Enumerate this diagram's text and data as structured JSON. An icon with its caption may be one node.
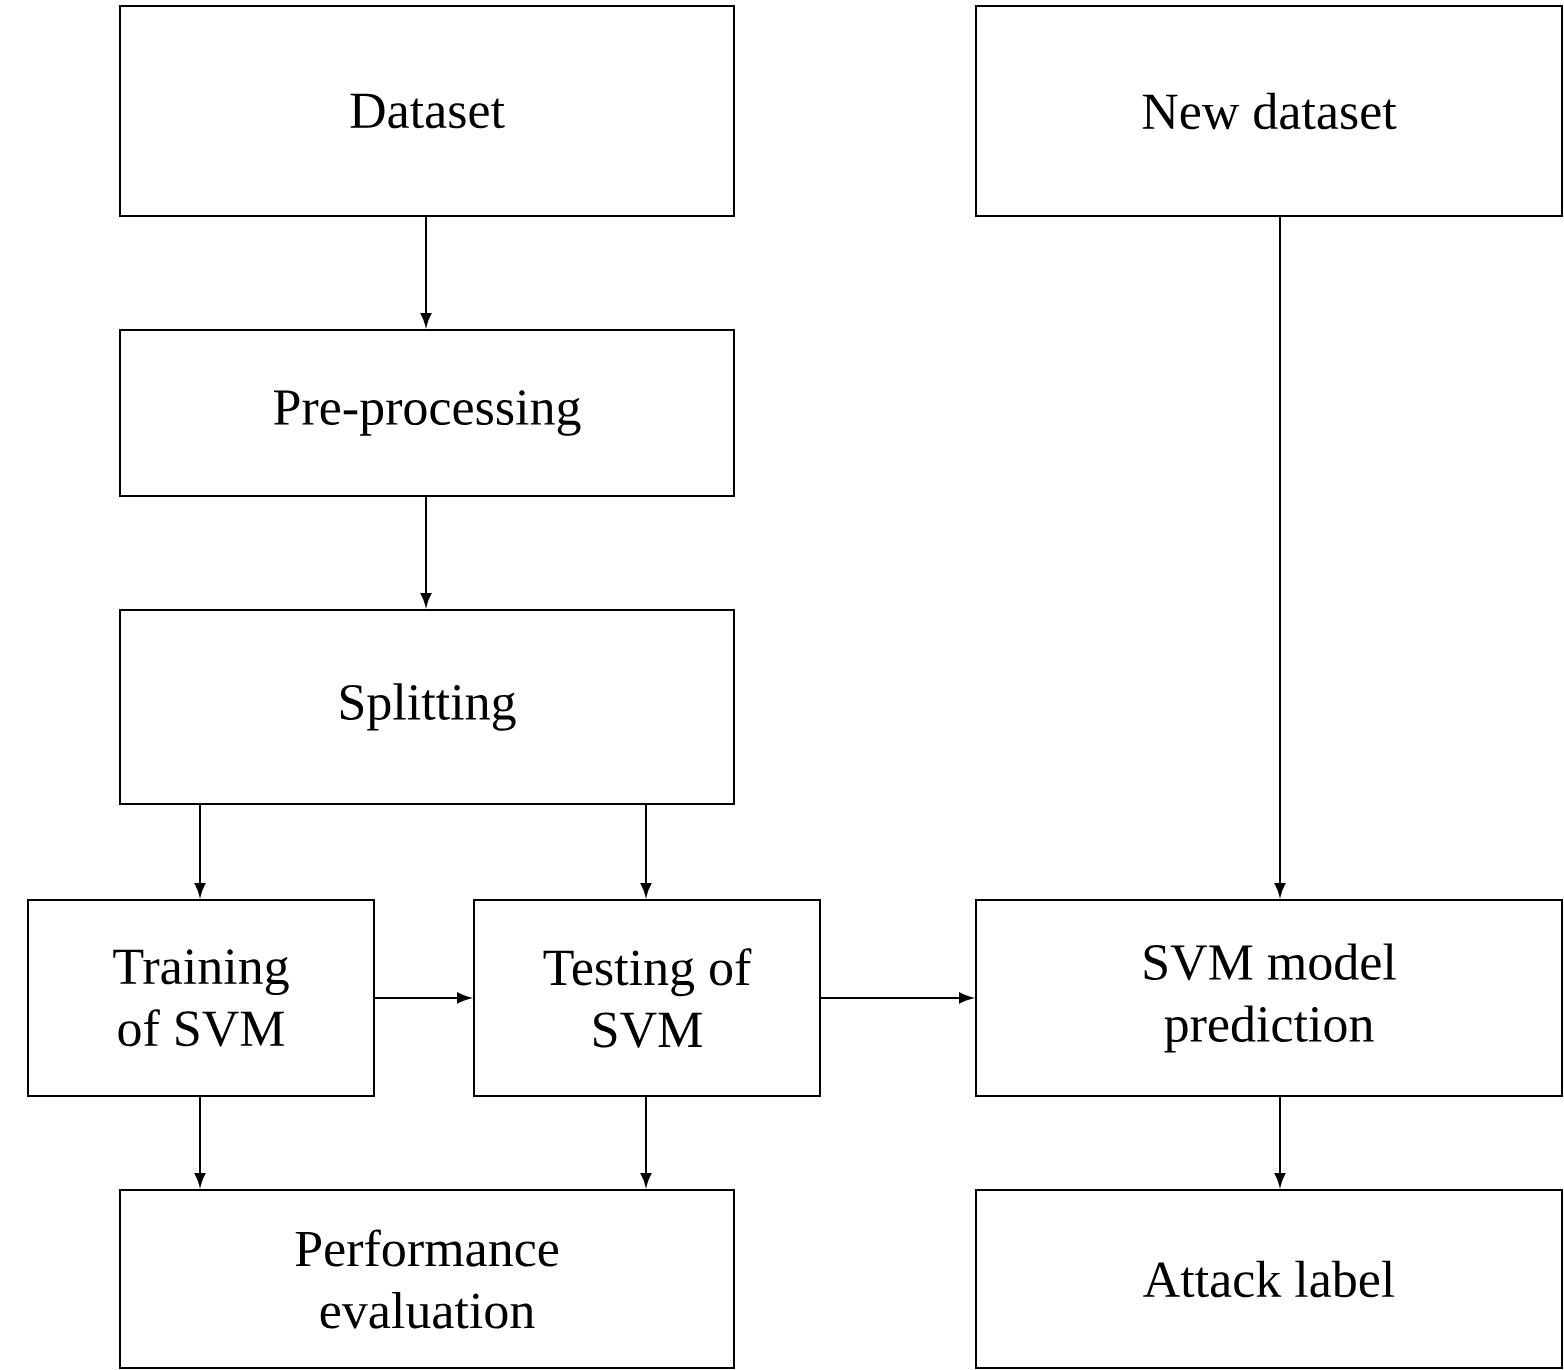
{
  "diagram": {
    "nodes": [
      {
        "text": [
          "Dataset"
        ]
      },
      {
        "text": [
          "Pre-processing"
        ]
      },
      {
        "text": [
          "Splitting"
        ]
      },
      {
        "text": [
          "Training of SVM"
        ]
      },
      {
        "text": [
          "Testing of SVM"
        ]
      },
      {
        "text": [
          "Performance evaluation"
        ]
      },
      {
        "text": [
          "New dataset"
        ]
      },
      {
        "text": [
          "SVM model prediction"
        ]
      },
      {
        "text": [
          "Attack label"
        ]
      }
    ],
    "edges": [
      {
        "from": 0,
        "to": 1,
        "arrow": "to"
      },
      {
        "from": 1,
        "to": 2,
        "arrow": "to"
      },
      {
        "from": 2,
        "to": 3,
        "arrow": "to"
      },
      {
        "from": 2,
        "to": 4,
        "arrow": "to"
      },
      {
        "from": 3,
        "to": 4,
        "arrow": "to"
      },
      {
        "from": 4,
        "to": 7,
        "arrow": "to"
      },
      {
        "from": 6,
        "to": 7,
        "arrow": "to"
      },
      {
        "from": 3,
        "to": 5,
        "arrow": "to"
      },
      {
        "from": 4,
        "to": 5,
        "arrow": "to"
      },
      {
        "from": 7,
        "to": 8,
        "arrow": "to"
      }
    ]
  }
}
